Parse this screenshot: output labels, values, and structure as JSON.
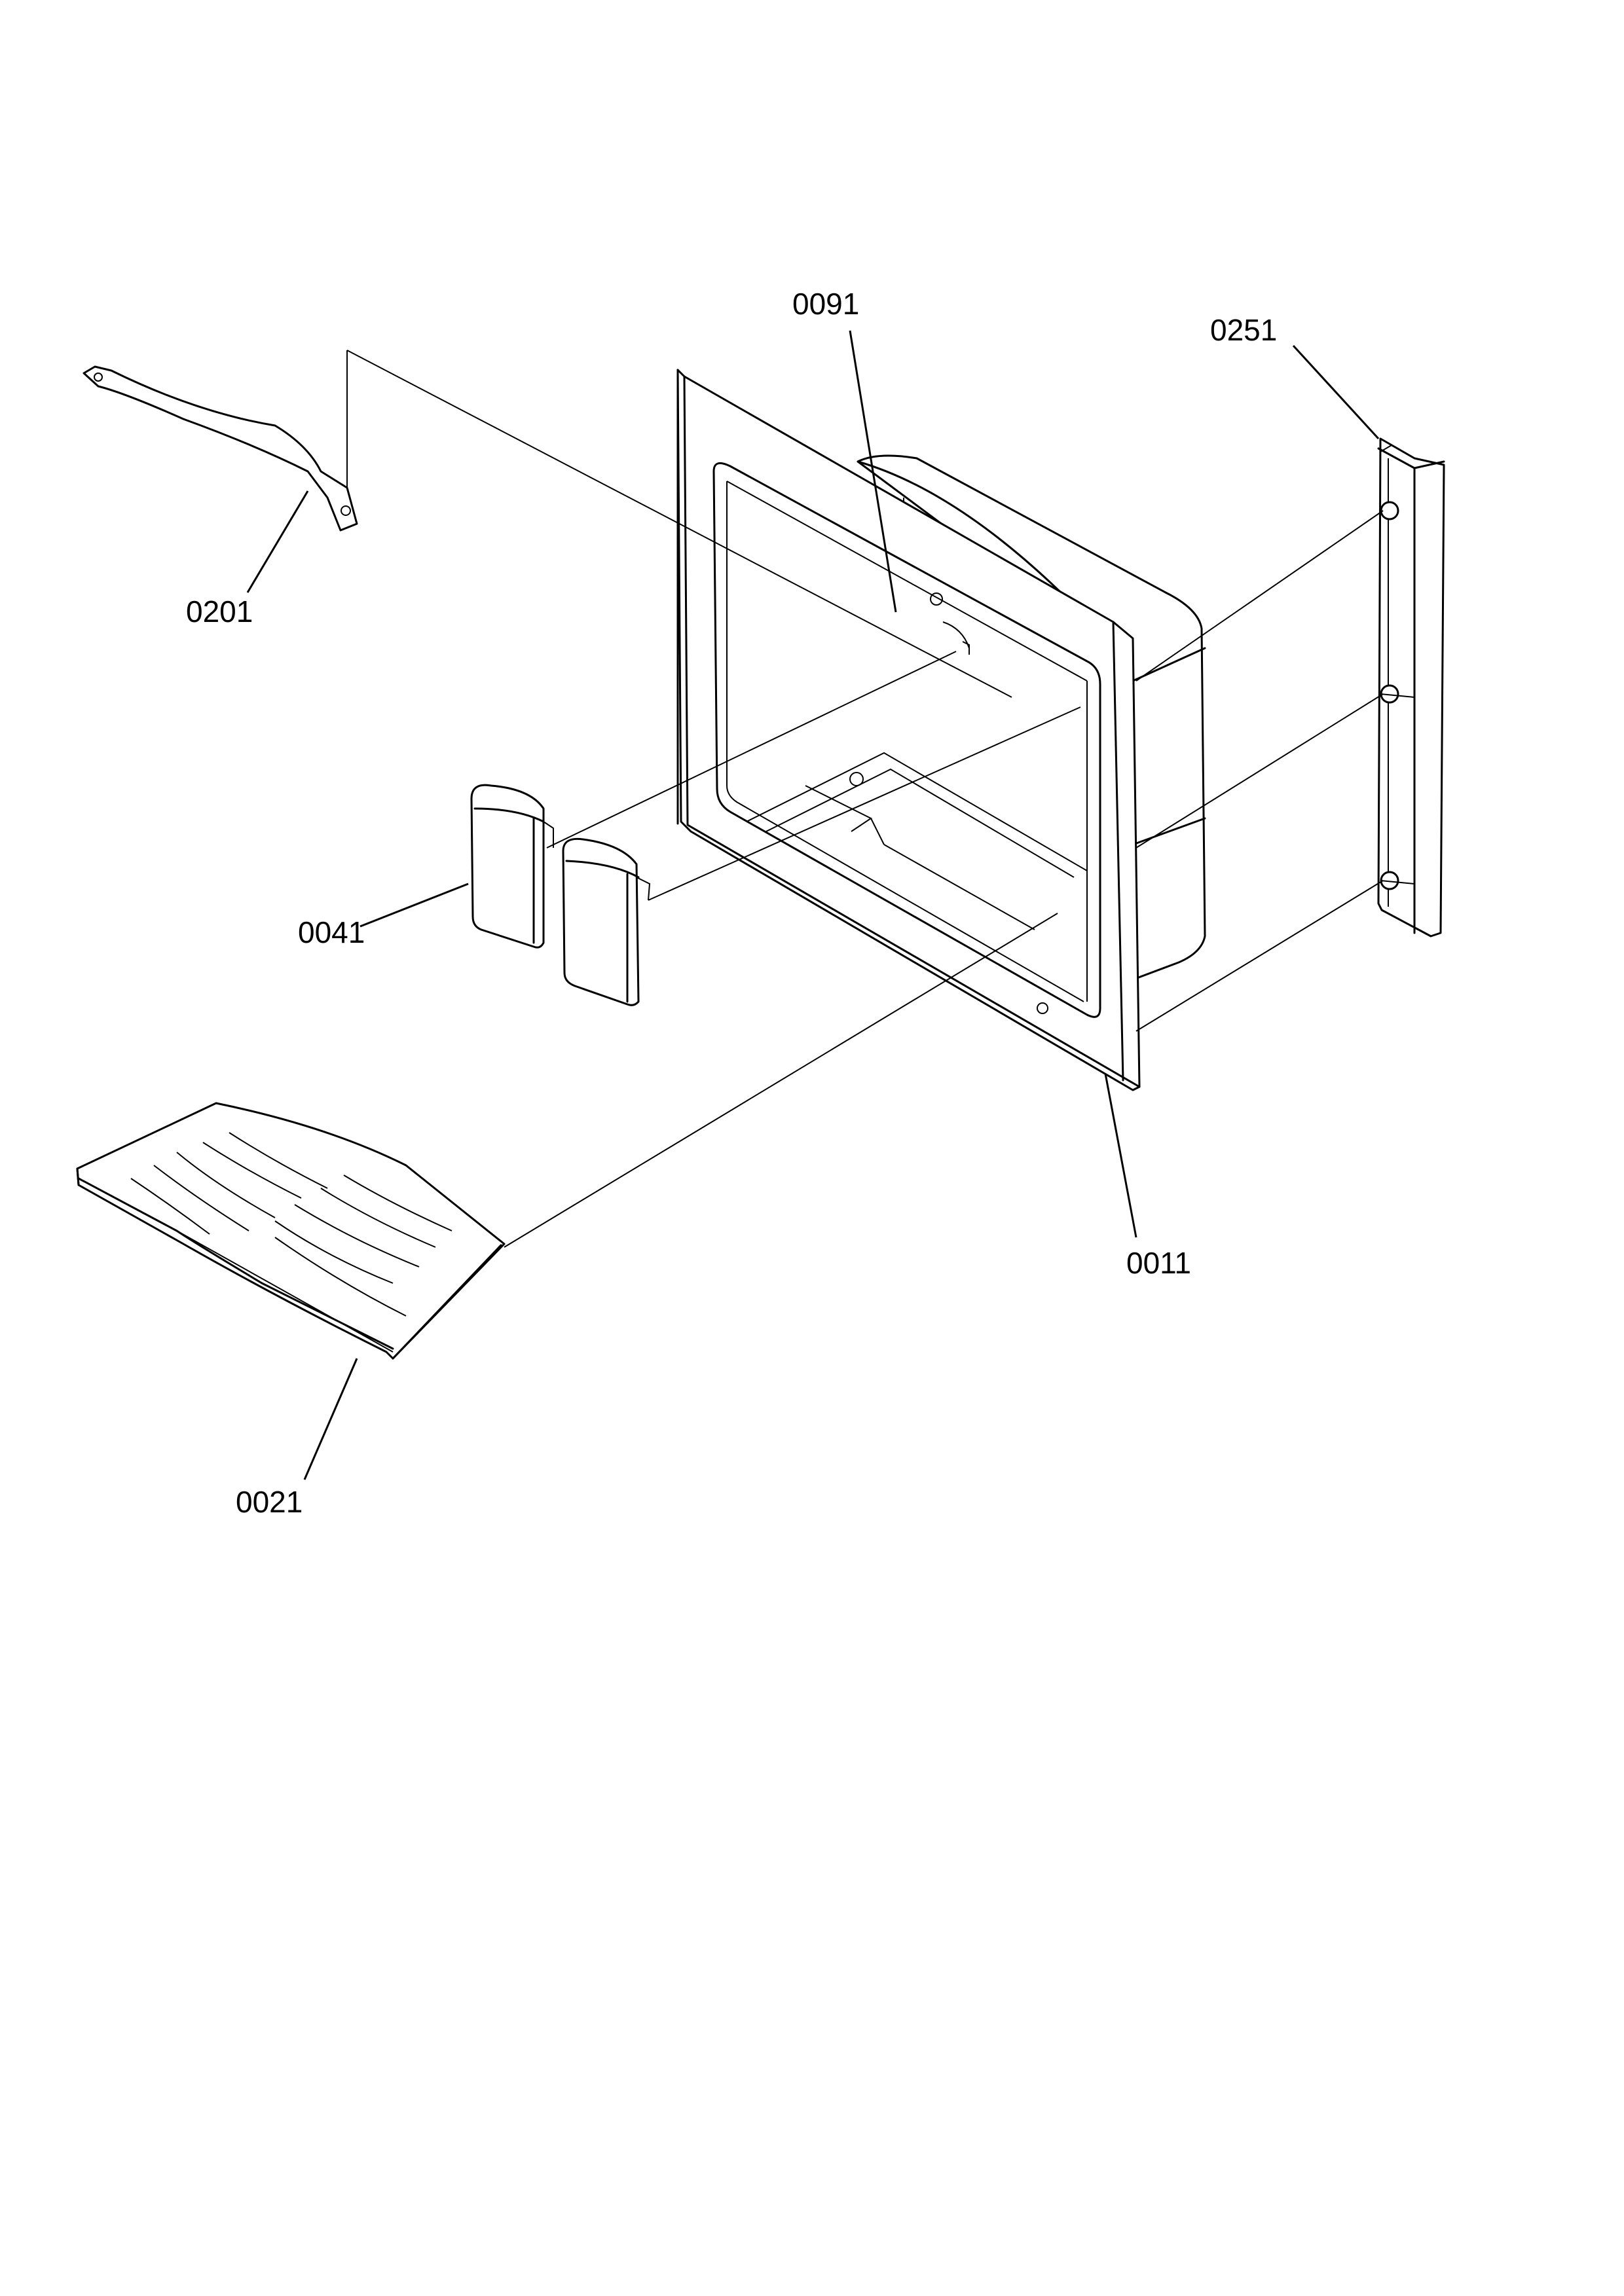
{
  "colors": {
    "background": "#ffffff",
    "ink": "#000000"
  },
  "labels": {
    "p0091": "0091",
    "p0251": "0251",
    "p0201": "0201",
    "p0041": "0041",
    "p0011": "0011",
    "p0021": "0021"
  }
}
